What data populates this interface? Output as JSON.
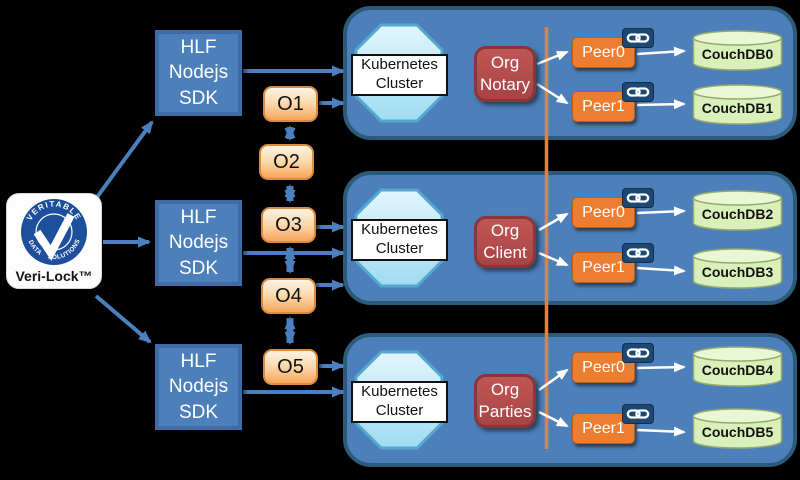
{
  "logo": {
    "badge_top": "VERITABLE",
    "badge_bottom_left": "DATA",
    "badge_bottom_right": "SOLUTIONS",
    "brand": "Veri-Lock™"
  },
  "sdk_nodes": [
    {
      "label": "HLF\nNodejs\nSDK"
    },
    {
      "label": "HLF\nNodejs\nSDK"
    },
    {
      "label": "HLF\nNodejs\nSDK"
    }
  ],
  "orderers": [
    {
      "label": "O1"
    },
    {
      "label": "O2"
    },
    {
      "label": "O3"
    },
    {
      "label": "O4"
    },
    {
      "label": "O5"
    }
  ],
  "clusters": [
    {
      "kubernetes_label": "Kubernetes\nCluster",
      "org_label": "Org\nNotary",
      "peers": [
        {
          "label": "Peer0",
          "couchdb": "CouchDB0"
        },
        {
          "label": "Peer1",
          "couchdb": "CouchDB1"
        }
      ]
    },
    {
      "kubernetes_label": "Kubernetes\nCluster",
      "org_label": "Org\nClient",
      "peers": [
        {
          "label": "Peer0",
          "couchdb": "CouchDB2"
        },
        {
          "label": "Peer1",
          "couchdb": "CouchDB3"
        }
      ]
    },
    {
      "kubernetes_label": "Kubernetes\nCluster",
      "org_label": "Org\nParties",
      "peers": [
        {
          "label": "Peer0",
          "couchdb": "CouchDB4"
        },
        {
          "label": "Peer1",
          "couchdb": "CouchDB5"
        }
      ]
    }
  ],
  "icons": {
    "peer_link": "chain-link"
  },
  "colors": {
    "background": "#000000",
    "node_blue": "#4d7fba",
    "cluster_border": "#2d5a78",
    "sdk_border": "#3f6ca6",
    "orderer_fill_bottom": "#f6a55c",
    "orderer_border": "#d98c3f",
    "org_red": "#b04a4a",
    "peer_orange": "#ed7d31",
    "couchdb_green": "#daf0ba",
    "octagon_blue": "#c3e9f7",
    "channel_orange": "#e0813c",
    "arrow_blue": "#4b7fbe",
    "arrow_white": "#ffffff",
    "link_badge_navy": "#1d4873",
    "logo_badge_blue": "#1d4f9c"
  }
}
